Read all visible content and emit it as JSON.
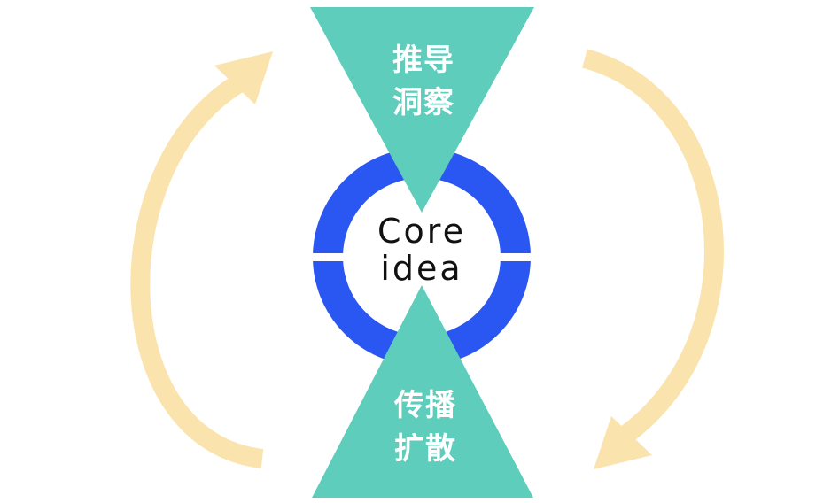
{
  "center": {
    "line1": "Core",
    "line2": "idea"
  },
  "top_triangle": {
    "line1": "推导",
    "line2": "洞察"
  },
  "bottom_triangle": {
    "line1": "传播",
    "line2": "扩散"
  },
  "colors": {
    "triangle": "#5fcdbb",
    "ring": "#2a56f2",
    "arrow": "#fbe3ad",
    "center_text": "#111111",
    "triangle_text": "#ffffff"
  }
}
